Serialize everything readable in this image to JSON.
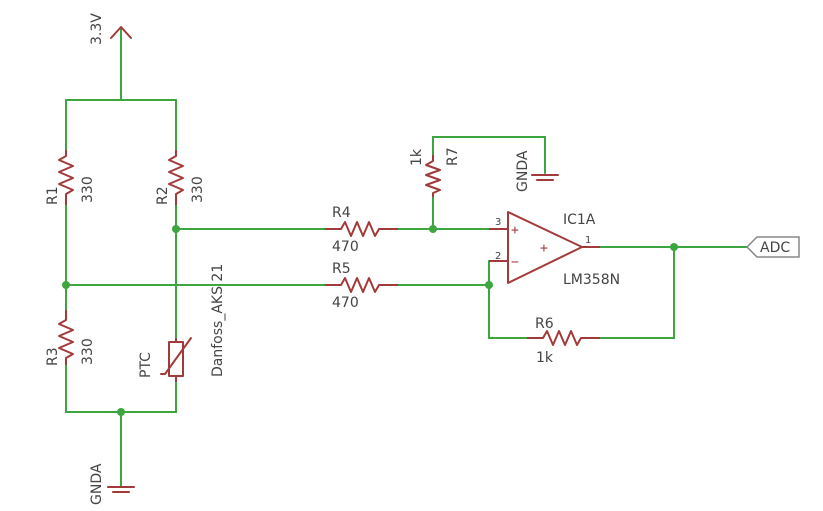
{
  "supply": {
    "label": "3.3V"
  },
  "ground": {
    "top_label": "GNDA",
    "bottom_label": "GNDA"
  },
  "resistors": [
    {
      "name": "R1",
      "value": "330"
    },
    {
      "name": "R2",
      "value": "330"
    },
    {
      "name": "R3",
      "value": "330"
    },
    {
      "name": "R4",
      "value": "470"
    },
    {
      "name": "R5",
      "value": "470"
    },
    {
      "name": "R6",
      "value": "1k"
    },
    {
      "name": "R7",
      "value": "1k"
    }
  ],
  "sensor": {
    "name": "PTC",
    "value": "Danfoss_AKS 21"
  },
  "opamp": {
    "name": "IC1A",
    "part": "LM358N",
    "pin_noninv": "3",
    "pin_inv": "2",
    "pin_out": "1",
    "plus_sign": "+",
    "minus_sign": "−",
    "body_sign": "+"
  },
  "output": {
    "label": "ADC"
  }
}
